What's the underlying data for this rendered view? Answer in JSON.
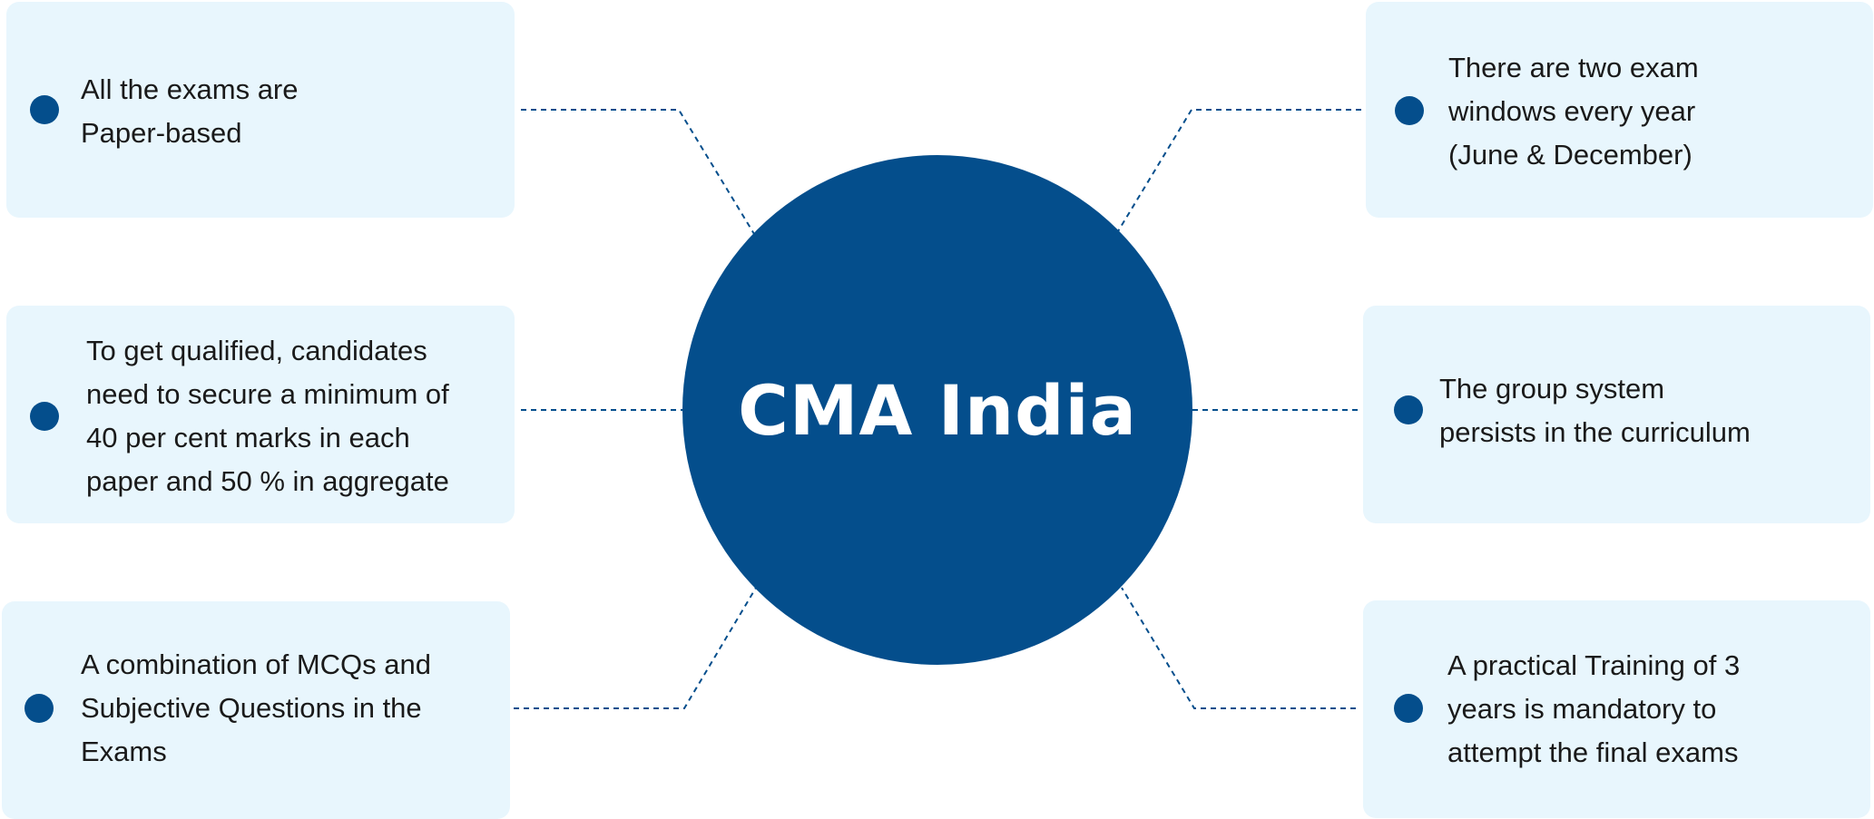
{
  "hub": {
    "title": "CMA India"
  },
  "cards": [
    {
      "text": "All the exams are\nPaper-based"
    },
    {
      "text": "To get qualified, candidates\nneed to secure a minimum of\n40 per cent marks in each\npaper and 50 % in aggregate"
    },
    {
      "text": "A combination of MCQs and\nSubjective Questions in the\nExams"
    },
    {
      "text": "There are two exam\nwindows every year\n(June & December)"
    },
    {
      "text": "The group system\npersists in the curriculum"
    },
    {
      "text": "A practical Training of 3\nyears is mandatory to\nattempt the final exams"
    }
  ],
  "colors": {
    "primary": "#044e8c",
    "card_background": "#e8f6fd",
    "text": "#1a1a1a"
  }
}
